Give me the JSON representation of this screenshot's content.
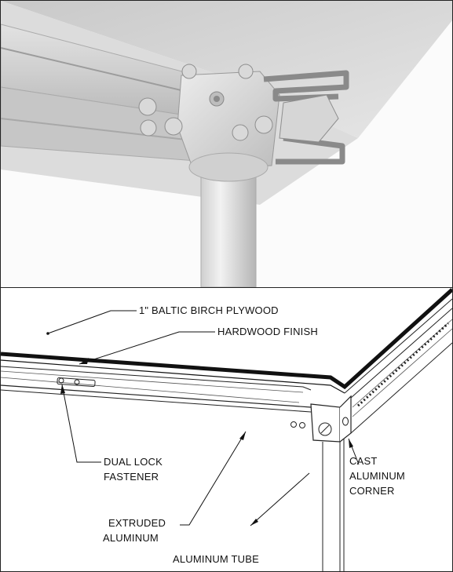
{
  "labels": {
    "plywood": "1\" BALTIC BIRCH PLYWOOD",
    "finish": "HARDWOOD FINISH",
    "dual_lock_1": "DUAL LOCK",
    "dual_lock_2": "FASTENER",
    "extruded_1": "EXTRUDED",
    "extruded_2": "ALUMINUM",
    "cast_1": "CAST",
    "cast_2": "ALUMINUM",
    "cast_3": "CORNER",
    "tube": "ALUMINUM TUBE"
  }
}
